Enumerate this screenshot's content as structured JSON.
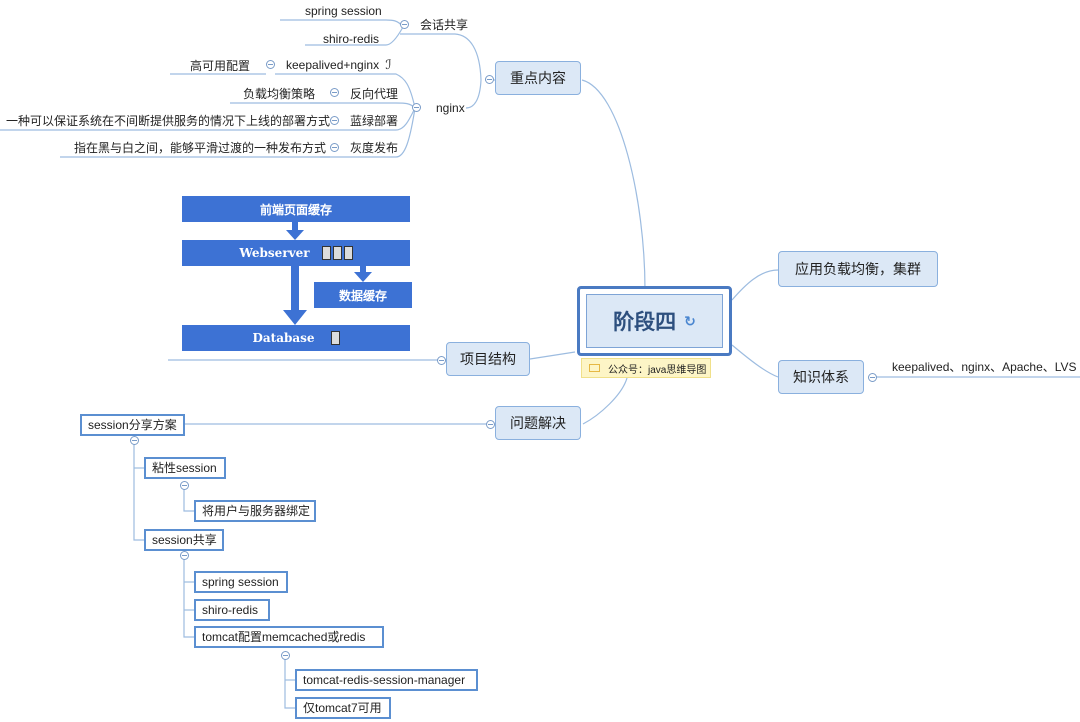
{
  "center": {
    "title": "阶段四",
    "note": "公众号：java思维导图"
  },
  "branches": {
    "key_content": "重点内容",
    "load_balance": "应用负载均衡，集群",
    "knowledge": "知识体系",
    "knowledge_detail": "keepalived、nginx、Apache、LVS",
    "project": "项目结构",
    "problem": "问题解决"
  },
  "key_content": {
    "session_share": "会话共享",
    "spring_session": "spring session",
    "shiro_redis": "shiro-redis",
    "nginx": "nginx",
    "keepalived": "keepalived+nginx",
    "ha_config": "高可用配置",
    "reverse_proxy": "反向代理",
    "lb_strategy": "负载均衡策略",
    "blue_green": "蓝绿部署",
    "blue_green_desc": "一种可以保证系统在不间断提供服务的情况下上线的部署方式",
    "gray": "灰度发布",
    "gray_desc": "指在黑与白之间，能够平滑过渡的一种发布方式"
  },
  "architecture": {
    "frontend_cache": "前端页面缓存",
    "webserver": "Webserver",
    "data_cache": "数据缓存",
    "database": "Database"
  },
  "problem": {
    "root": "session分享方案",
    "sticky": "粘性session",
    "bind_user": "将用户与服务器绑定",
    "share": "session共享",
    "spring_session": "spring session",
    "shiro_redis": "shiro-redis",
    "tomcat_cfg": "tomcat配置memcached或redis",
    "tomcat_mgr": "tomcat-redis-session-manager",
    "tomcat7": "仅tomcat7可用"
  },
  "colors": {
    "branch_fill": "#dce8f6",
    "branch_border": "#8ab0de",
    "line": "#9dbce0",
    "accent": "#3d72d4",
    "note_fill": "#fdf5c6"
  },
  "icons": [
    "sync-icon",
    "note-icon",
    "collapse-icon",
    "link-icon",
    "server-icon"
  ]
}
